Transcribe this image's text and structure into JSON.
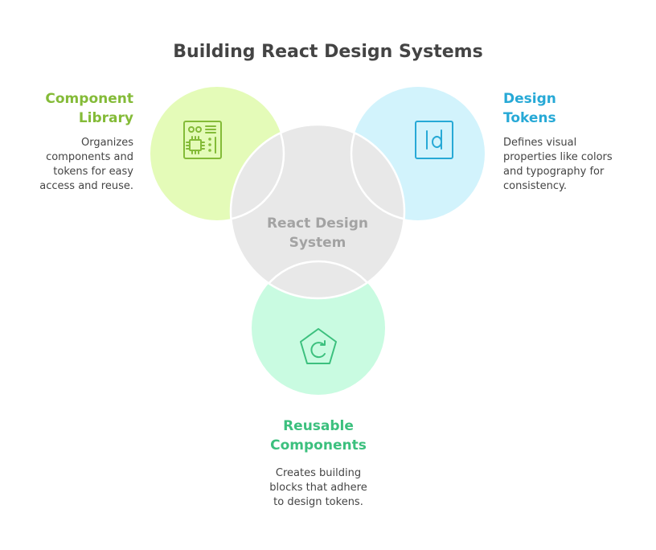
{
  "title": "Building React Design Systems",
  "center": {
    "label": "React Design System",
    "color": "#e8e8e8",
    "text_color": "#a3a3a3"
  },
  "nodes": [
    {
      "id": "component-library",
      "title": "Component Library",
      "description": "Organizes components and tokens for easy access and reuse.",
      "icon": "circuit-board-icon",
      "fill": "#e4fbb8",
      "accent": "#84bb38"
    },
    {
      "id": "design-tokens",
      "title": "Design Tokens",
      "description": "Defines visual properties like colors and typography for consistency.",
      "icon": "id-box-icon",
      "fill": "#d2f3fc",
      "accent": "#27a9d6"
    },
    {
      "id": "reusable-components",
      "title": "Reusable Components",
      "description": "Creates building blocks that adhere to design tokens.",
      "icon": "pentagon-refresh-icon",
      "fill": "#c9fbe1",
      "accent": "#3cc07e"
    }
  ],
  "labels": {
    "cl_title_1": "Component",
    "cl_title_2": "Library",
    "cl_desc": [
      "Organizes",
      "components and",
      "tokens for easy",
      "access and reuse."
    ],
    "dt_title_1": "Design",
    "dt_title_2": "Tokens",
    "dt_desc": [
      "Defines visual",
      "properties like colors",
      "and typography for",
      "consistency."
    ],
    "rc_title_1": "Reusable",
    "rc_title_2": "Components",
    "rc_desc": [
      "Creates building",
      "blocks that adhere",
      "to design tokens."
    ],
    "center_1": "React Design",
    "center_2": "System"
  }
}
